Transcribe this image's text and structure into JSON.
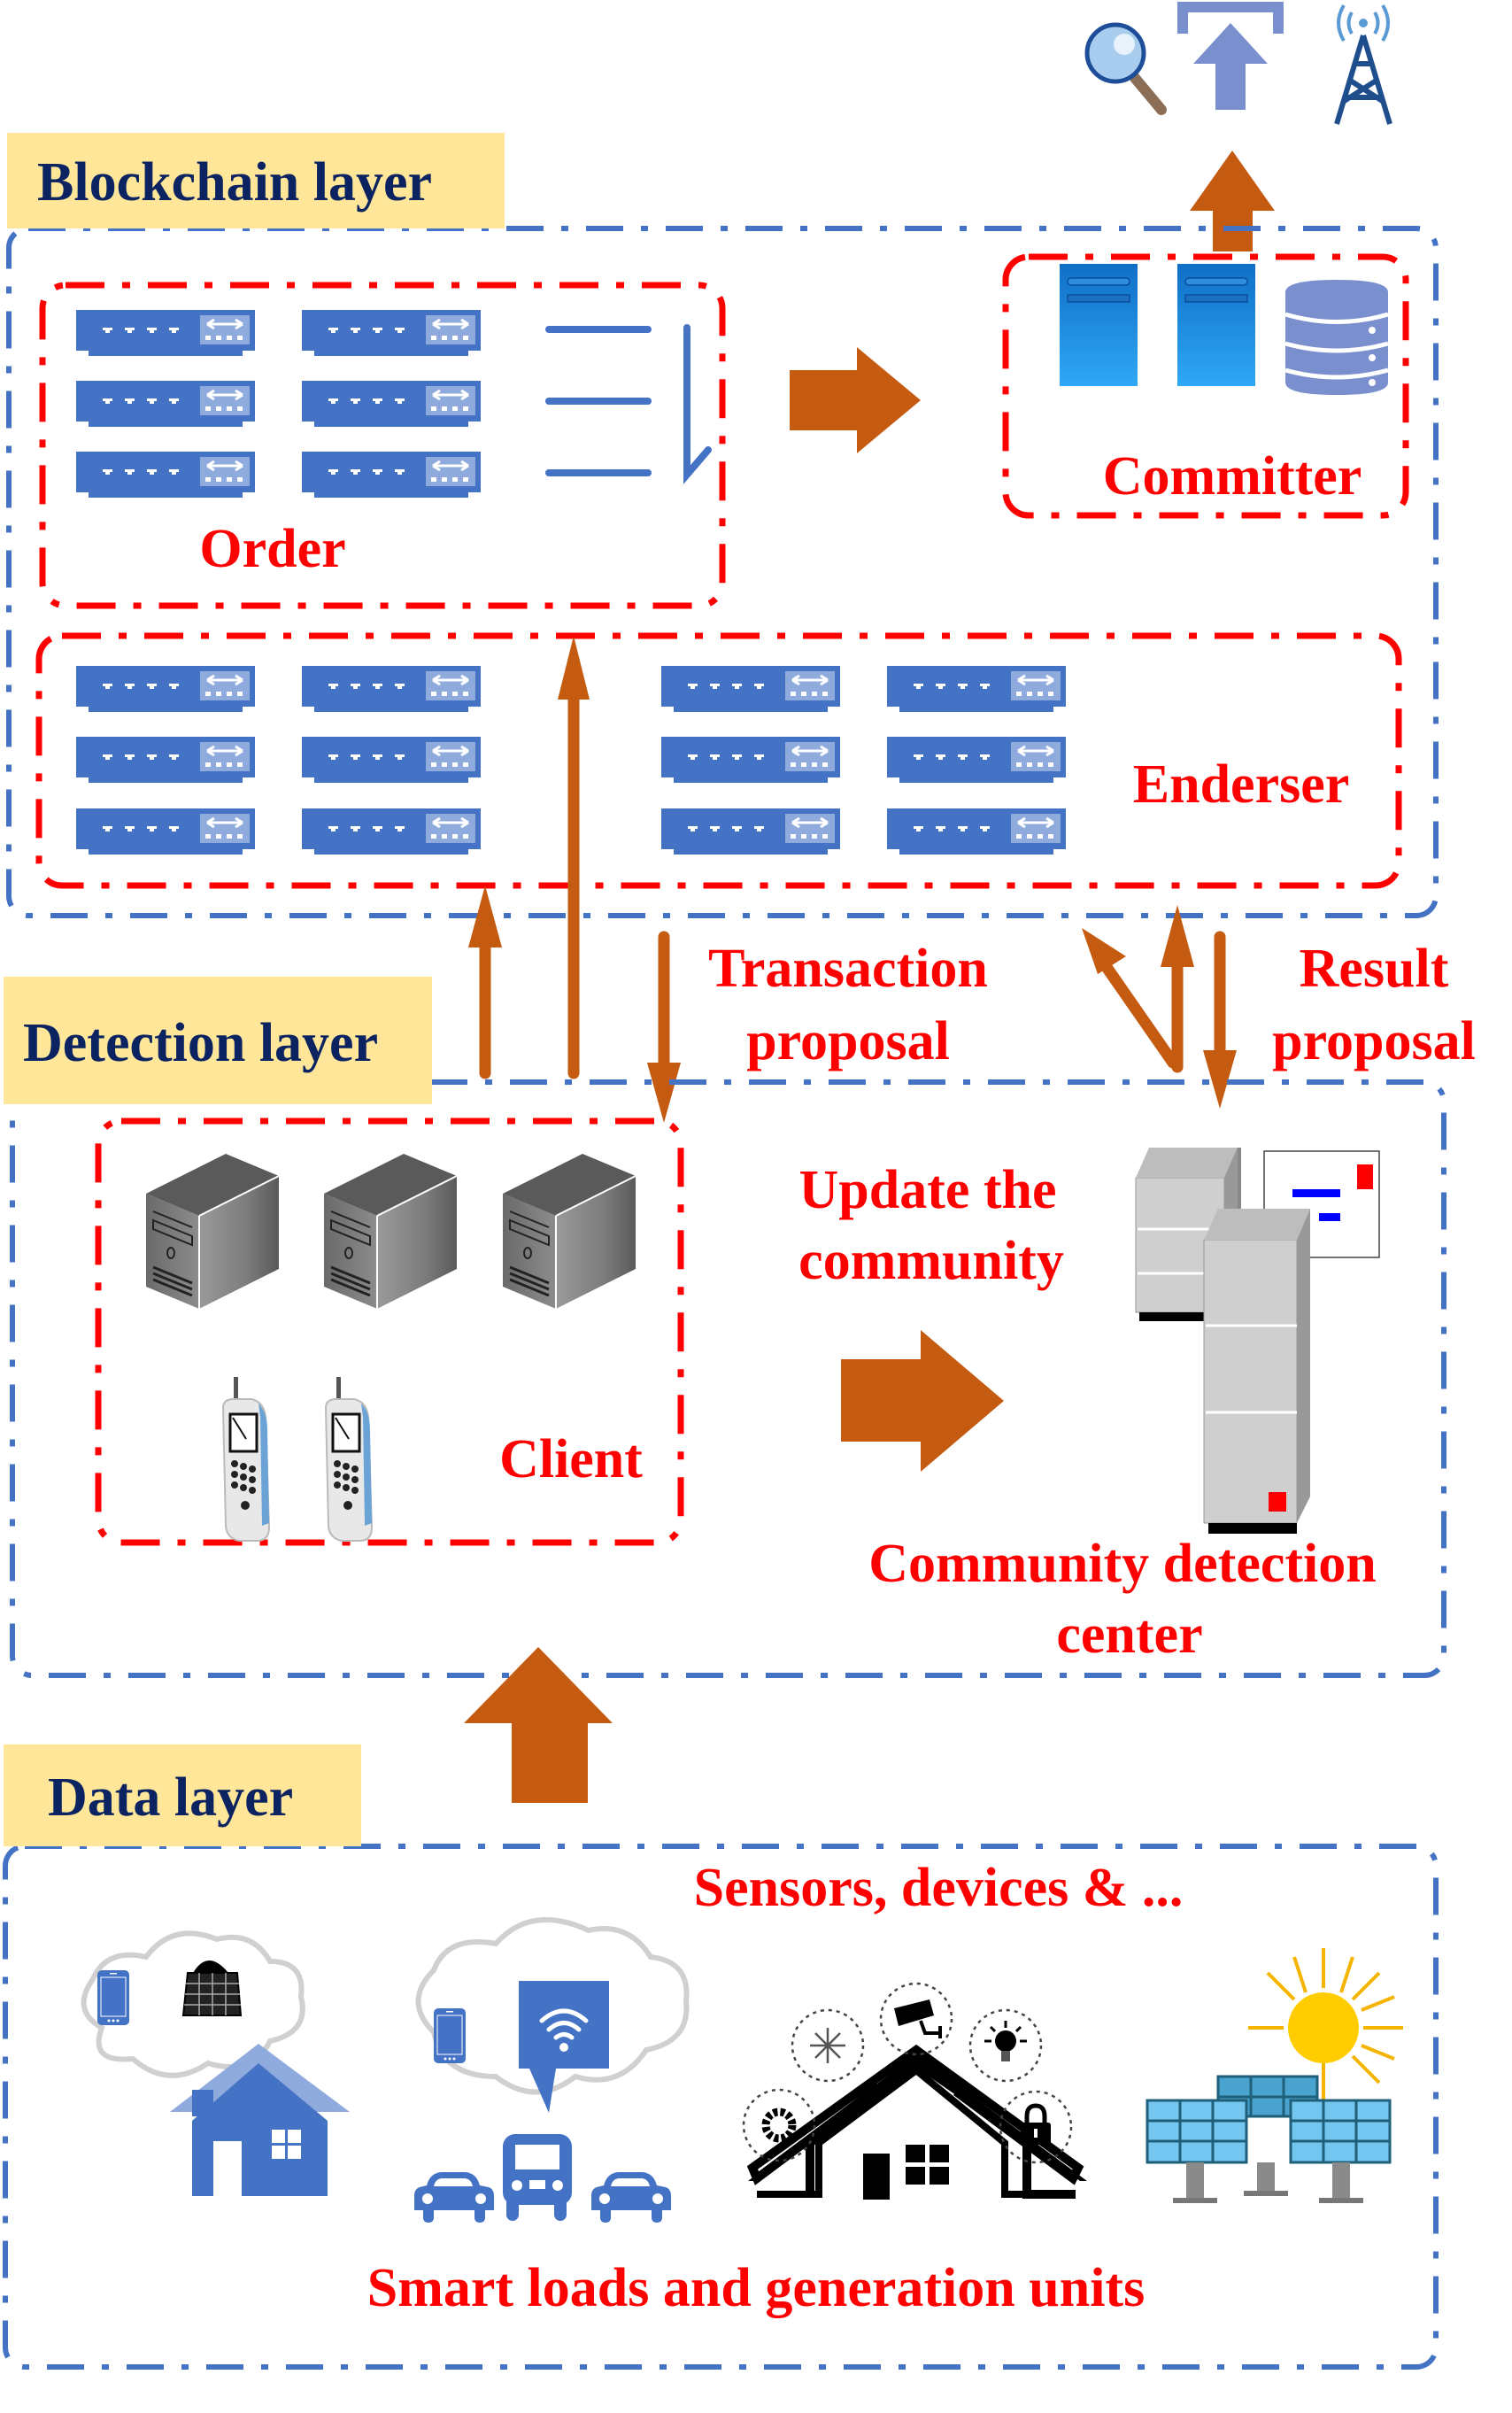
{
  "diagram": {
    "layers": {
      "blockchain": {
        "label": "Blockchain layer"
      },
      "detection": {
        "label": "Detection layer"
      },
      "data": {
        "label": "Data layer"
      }
    },
    "blockchain": {
      "order_label": "Order",
      "committer_label": "Committer",
      "endorser_label": "Enderser",
      "top_icons": [
        "search-icon",
        "upload-icon",
        "radio-tower-icon"
      ]
    },
    "flows": {
      "transaction_proposal": [
        "Transaction",
        "proposal"
      ],
      "result_proposal": [
        "Result",
        "proposal"
      ],
      "update_community": [
        "Update the",
        "community"
      ]
    },
    "detection": {
      "client_label": "Client",
      "center_label": [
        "Community detection",
        "center"
      ]
    },
    "data": {
      "sensors_label": "Sensors, devices & ...",
      "bottom_label": "Smart loads and generation units"
    },
    "colors": {
      "layer_label_bg": "#ffe699",
      "layer_label_text": "#0b2461",
      "layer_border": "#4472c4",
      "group_border": "#ff0000",
      "arrow": "#c55a11",
      "device_blue": "#4472c4"
    }
  }
}
